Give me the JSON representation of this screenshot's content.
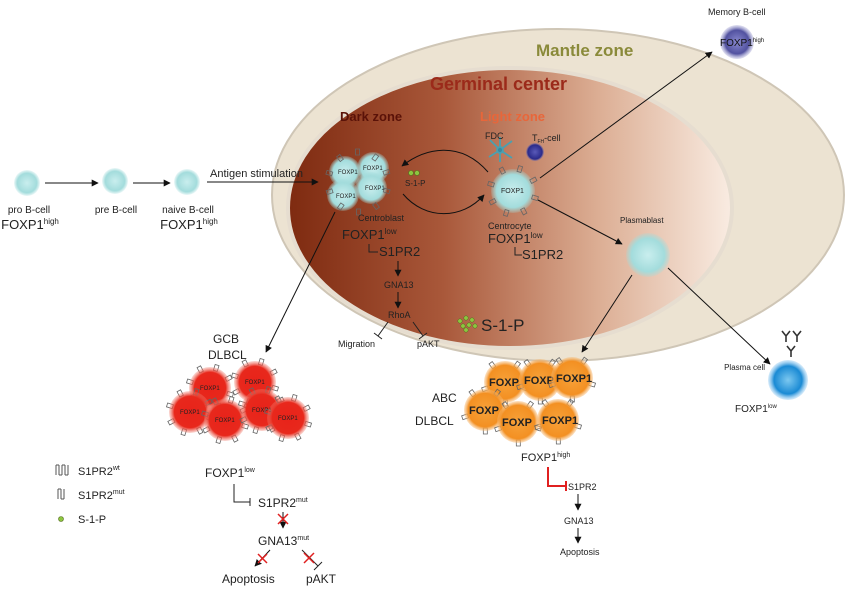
{
  "zones": {
    "mantle": "Mantle zone",
    "germinal_center": "Germinal center",
    "dark_zone": "Dark zone",
    "light_zone": "Light zone"
  },
  "development": {
    "pro_b": {
      "label": "pro B-cell",
      "marker": "FOXP1",
      "level": "high"
    },
    "pre_b": {
      "label": "pre B-cell"
    },
    "naive_b": {
      "label": "naive B-cell",
      "marker": "FOXP1",
      "level": "high"
    },
    "antigen": "Antigen stimulation"
  },
  "dark_zone_cells": {
    "cell_text": "FOXP1",
    "label": "Centroblast",
    "marker": "FOXP1",
    "level": "low",
    "s1pr2": "S1PR2",
    "gna13": "GNA13",
    "rhoa": "RhoA",
    "migration": "Migration",
    "pakt": "pAKT",
    "s1p_small": "S-1-P"
  },
  "light_zone_cells": {
    "fdc": "FDC",
    "tfh_prefix": "T",
    "tfh_sub": "FH",
    "tfh_suffix": "-cell",
    "cell_text": "FOXP1",
    "label": "Centrocyte",
    "marker": "FOXP1",
    "level": "low",
    "s1pr2": "S1PR2"
  },
  "s1p_big": "S-1-P",
  "memory": {
    "label": "Memory B-cell",
    "marker": "FOXP1",
    "level": "high"
  },
  "plasmablast": {
    "label": "Plasmablast"
  },
  "plasma": {
    "label": "Plasma cell",
    "marker": "FOXP1",
    "level": "low"
  },
  "abc": {
    "line1": "ABC",
    "line2": "DLBCL",
    "cell_texts": [
      "FOXP",
      "FOXP",
      "FOXP1",
      "FOXP",
      "FOXP",
      "FOXP1"
    ],
    "marker": "FOXP1",
    "level": "high",
    "s1pr2": "S1PR2",
    "gna13": "GNA13",
    "apoptosis": "Apoptosis"
  },
  "gcb": {
    "line1": "GCB",
    "line2": "DLBCL",
    "cell_text": "FOXP1",
    "marker": "FOXP1",
    "level": "low",
    "s1pr2": "S1PR2",
    "s1pr2_sup": "mut",
    "gna13": "GNA13",
    "gna13_sup": "mut",
    "apoptosis": "Apoptosis",
    "pakt": "pAKT"
  },
  "legend": [
    {
      "icon": "s1pr2-wt-receptor-icon",
      "label": "S1PR2",
      "sup": "wt"
    },
    {
      "icon": "s1pr2-mut-receptor-icon",
      "label": "S1PR2",
      "sup": "mut"
    },
    {
      "icon": "s1p-dot-icon",
      "label": "S-1-P"
    }
  ],
  "colors": {
    "mantle": "#ede4d3",
    "dark_zone": "#8a2e12",
    "light_zone": "#f6e1d2",
    "b_cell": "#a8dede",
    "gcb_tumor": "#e8231a",
    "abc_tumor": "#f59a2a",
    "memory": "#5a5aa8",
    "plasma": "#1a8ad4",
    "inhibit_red": "#e02020",
    "s1p_green": "#8cc63f"
  }
}
